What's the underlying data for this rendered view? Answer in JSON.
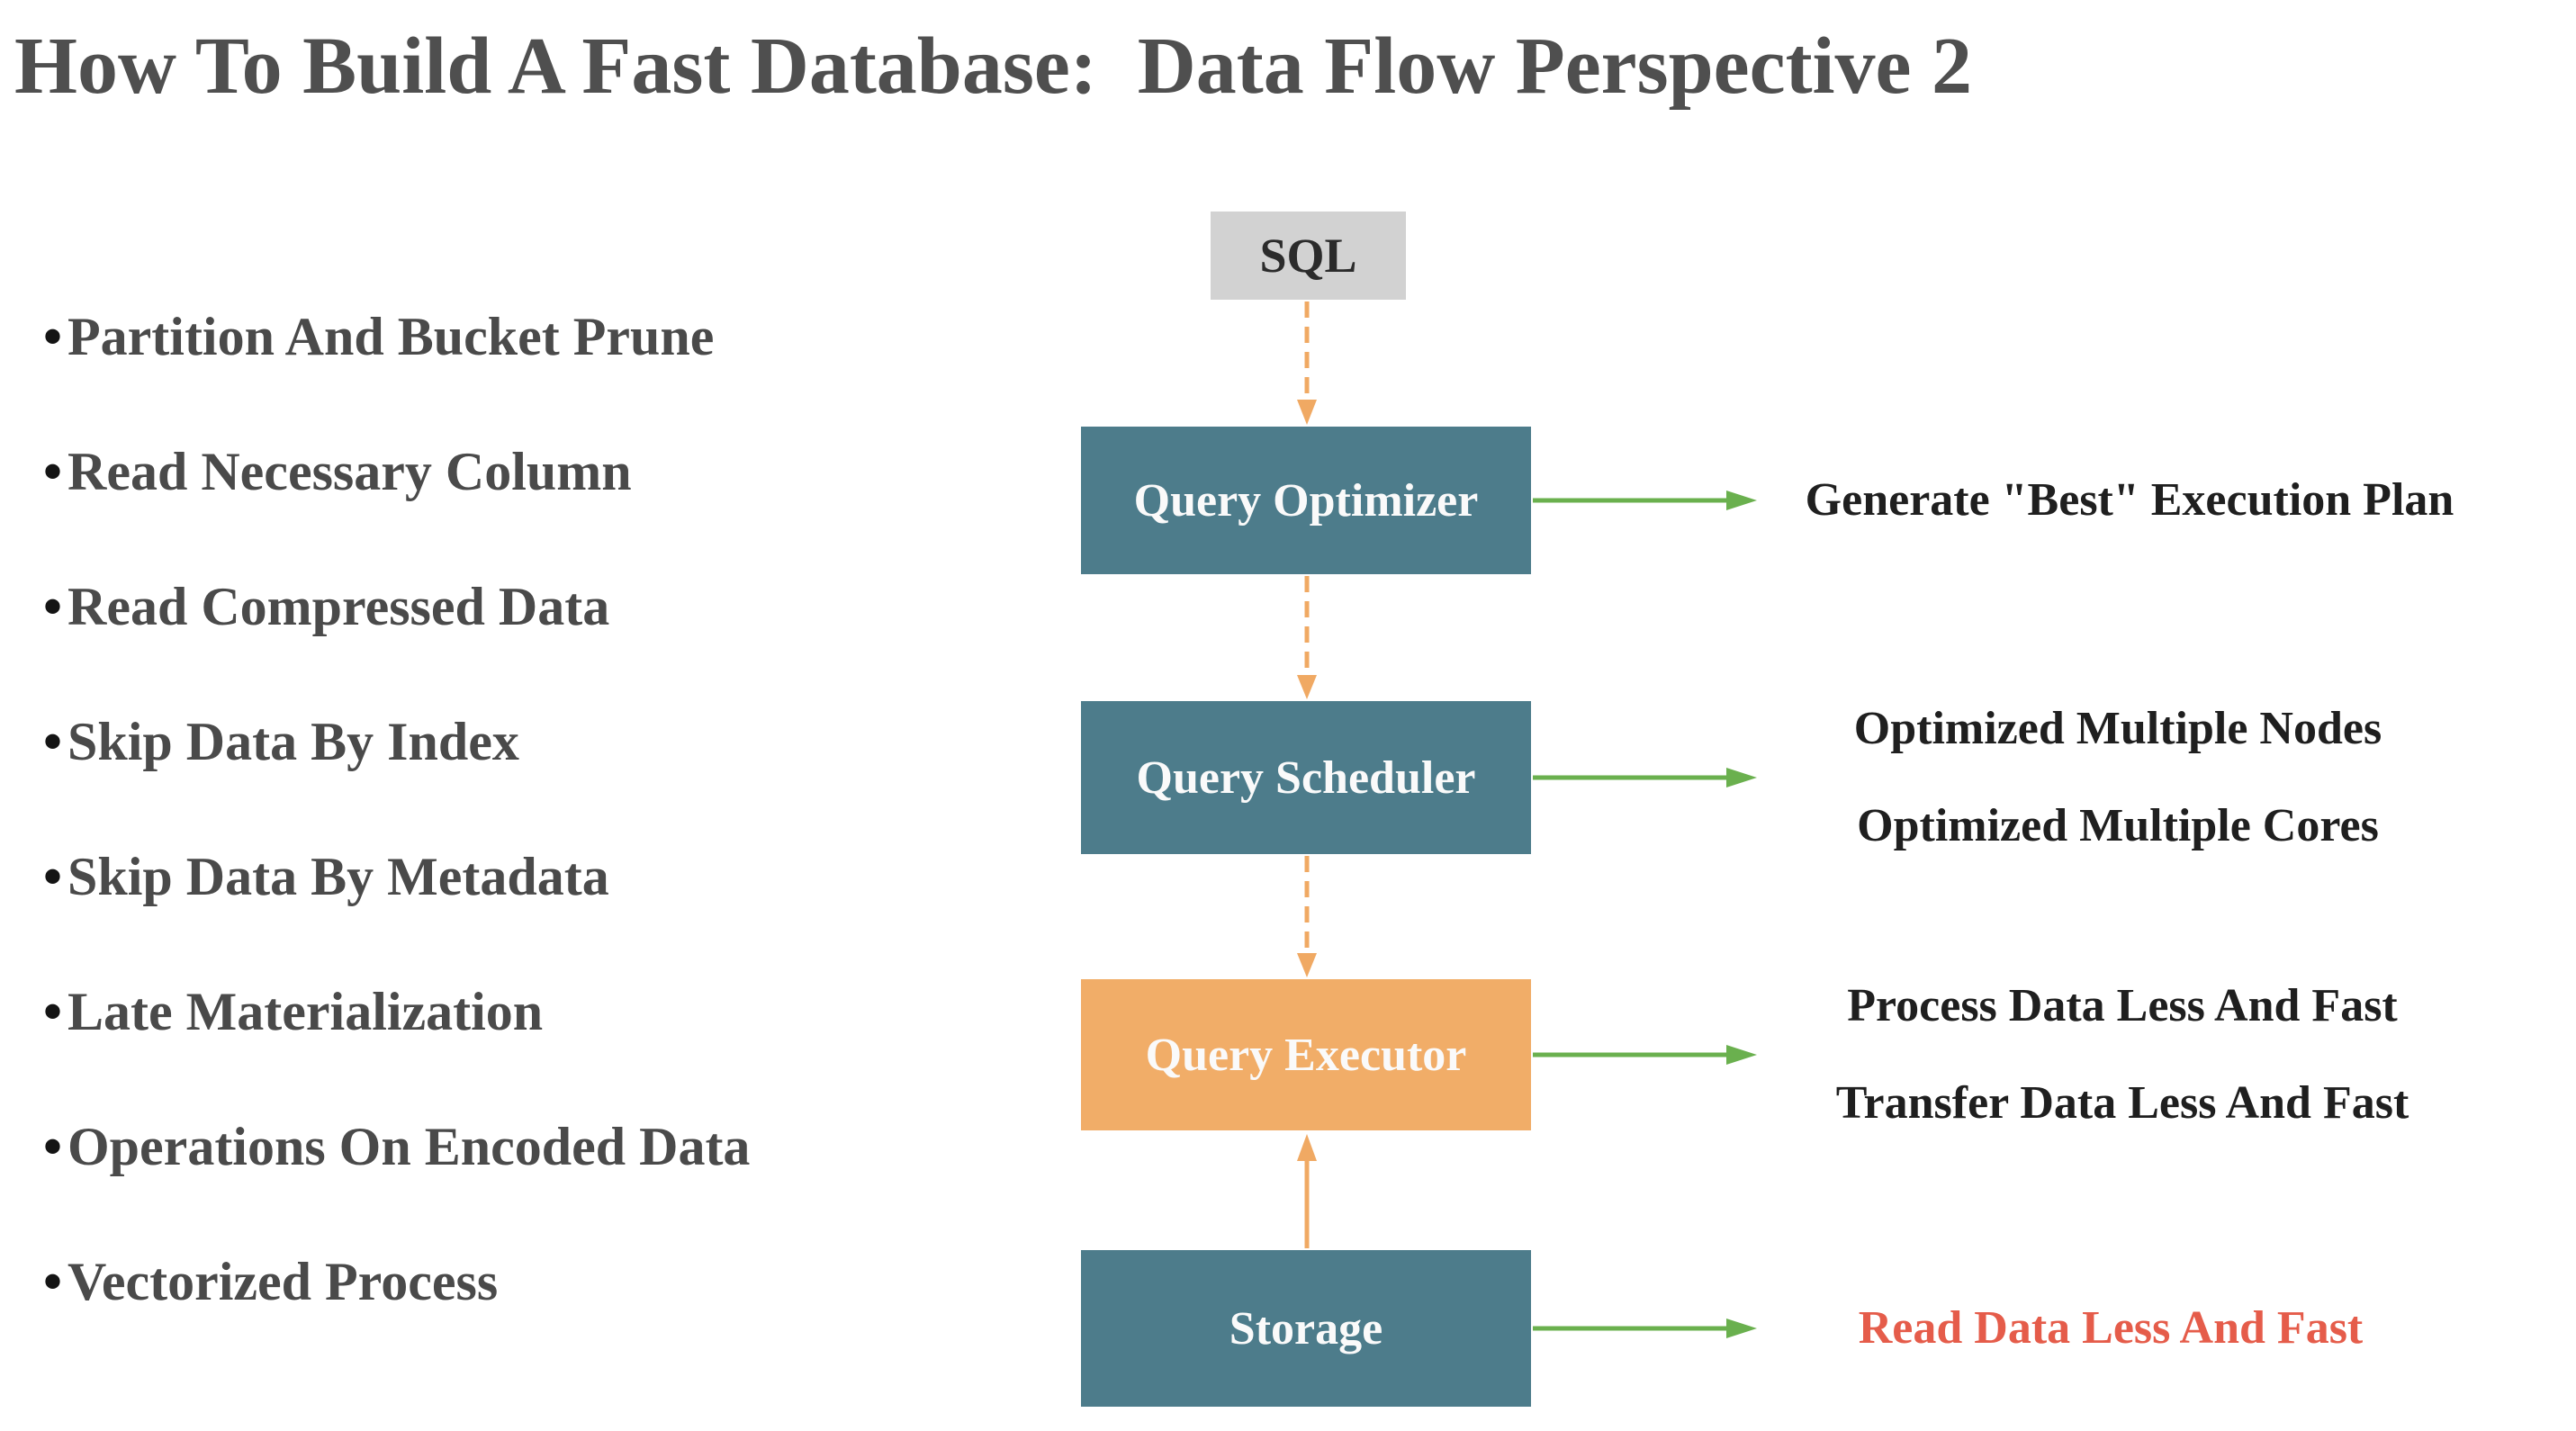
{
  "title": "How To Build A Fast Database:  Data Flow Perspective 2",
  "bullets": {
    "marker": "•",
    "items": [
      "Partition And Bucket Prune",
      "Read Necessary Column",
      "Read Compressed Data",
      "Skip Data By Index",
      "Skip Data By Metadata",
      "Late Materialization",
      "Operations On Encoded Data",
      "Vectorized Process"
    ]
  },
  "flow": {
    "nodes": [
      {
        "id": "sql",
        "label": "SQL"
      },
      {
        "id": "query-optimizer",
        "label": "Query Optimizer"
      },
      {
        "id": "query-scheduler",
        "label": "Query Scheduler"
      },
      {
        "id": "query-executor",
        "label": "Query Executor"
      },
      {
        "id": "storage",
        "label": "Storage"
      }
    ]
  },
  "annotations": {
    "optimizer": {
      "lines": [
        "Generate \"Best\" Execution Plan"
      ]
    },
    "scheduler": {
      "lines": [
        "Optimized Multiple Nodes",
        "Optimized Multiple Cores"
      ]
    },
    "executor": {
      "lines": [
        "Process Data Less And Fast",
        "Transfer Data Less And Fast"
      ]
    },
    "storage": {
      "lines": [
        "Read Data Less And Fast"
      ]
    }
  },
  "colors": {
    "teal-box": "#4d7c8b",
    "orange-box": "#f1ad68",
    "gray-box": "#d2d2d2",
    "arrow-orange": "#f0a963",
    "arrow-green": "#6ab04e",
    "text-title": "#4f4f4f",
    "text-bullets": "#4a4a4a",
    "text-bullet-marker": "#141414",
    "text-annotation": "#1f1f1f",
    "text-highlight-red": "#e55c4a",
    "box-label-light": "#fafafa",
    "sql-label": "#2b2b2b"
  }
}
